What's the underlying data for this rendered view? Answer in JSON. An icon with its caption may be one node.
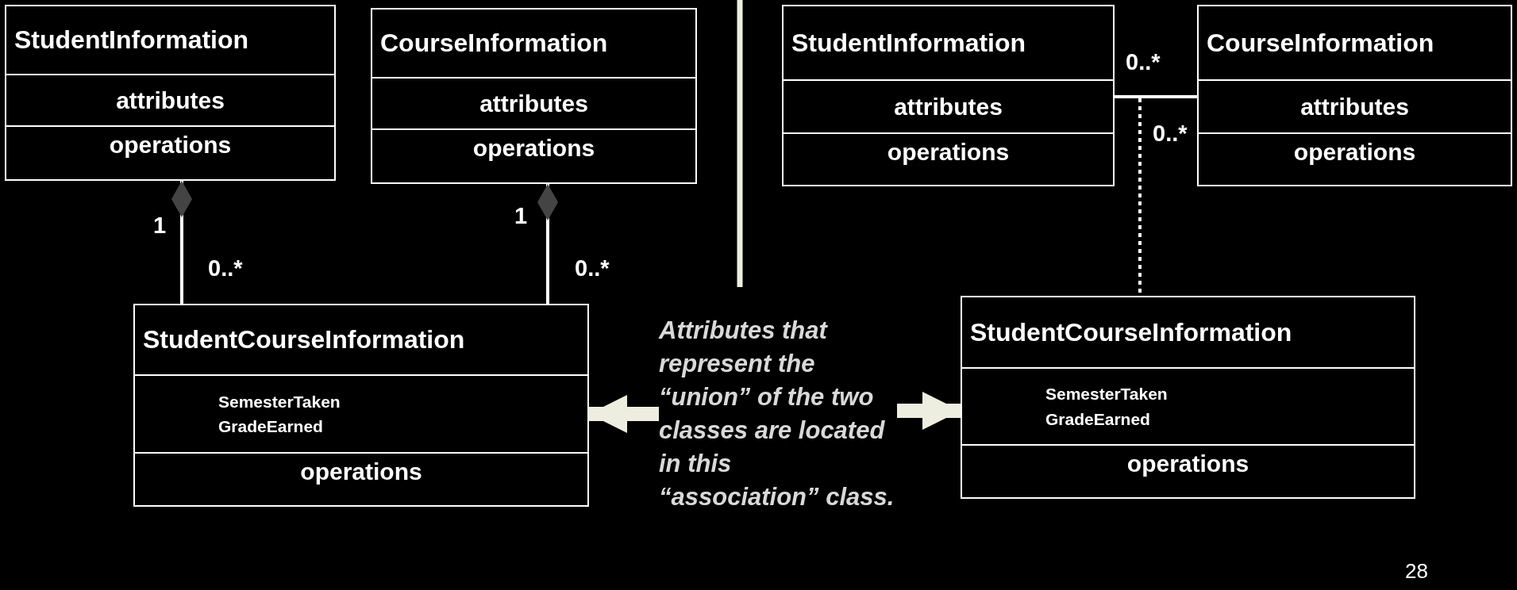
{
  "diagram": {
    "nodes": [
      {
        "text": [
          "StudentInformation",
          "attributes",
          "operations"
        ]
      },
      {
        "text": [
          "CourseInformation",
          "attributes",
          "operations"
        ]
      },
      {
        "text": [
          "StudentCourseInformation",
          "SemesterTaken GradeEarned",
          "operations"
        ]
      },
      {
        "text": [
          "Attributes that represent the “union” of the two classes are located in this “association” class."
        ]
      },
      {
        "text": [
          "StudentInformation",
          "attributes",
          "operations"
        ]
      },
      {
        "text": [
          "CourseInformation",
          "attributes",
          "operations"
        ]
      },
      {
        "text": [
          "StudentCourseInformation",
          "SemesterTaken GradeEarned",
          "operations"
        ]
      }
    ],
    "edges": [
      {
        "from": 0,
        "to": 2,
        "arrow": "other"
      },
      {
        "from": 1,
        "to": 2,
        "arrow": "other"
      },
      {
        "from": 3,
        "to": 2,
        "arrow": "to",
        "style": "thick",
        "color": "#eeeee0"
      },
      {
        "from": 3,
        "to": 6,
        "arrow": "to",
        "style": "thick",
        "color": "#eeeee0"
      },
      {
        "from": 4,
        "to": 5,
        "arrow": "none"
      },
      {
        "from": null,
        "to": 6,
        "arrow": "none",
        "style": "dashed"
      }
    ],
    "labels": [
      "1",
      "0..*",
      "1",
      "0..*",
      "0..*",
      "0..*",
      "28"
    ]
  }
}
